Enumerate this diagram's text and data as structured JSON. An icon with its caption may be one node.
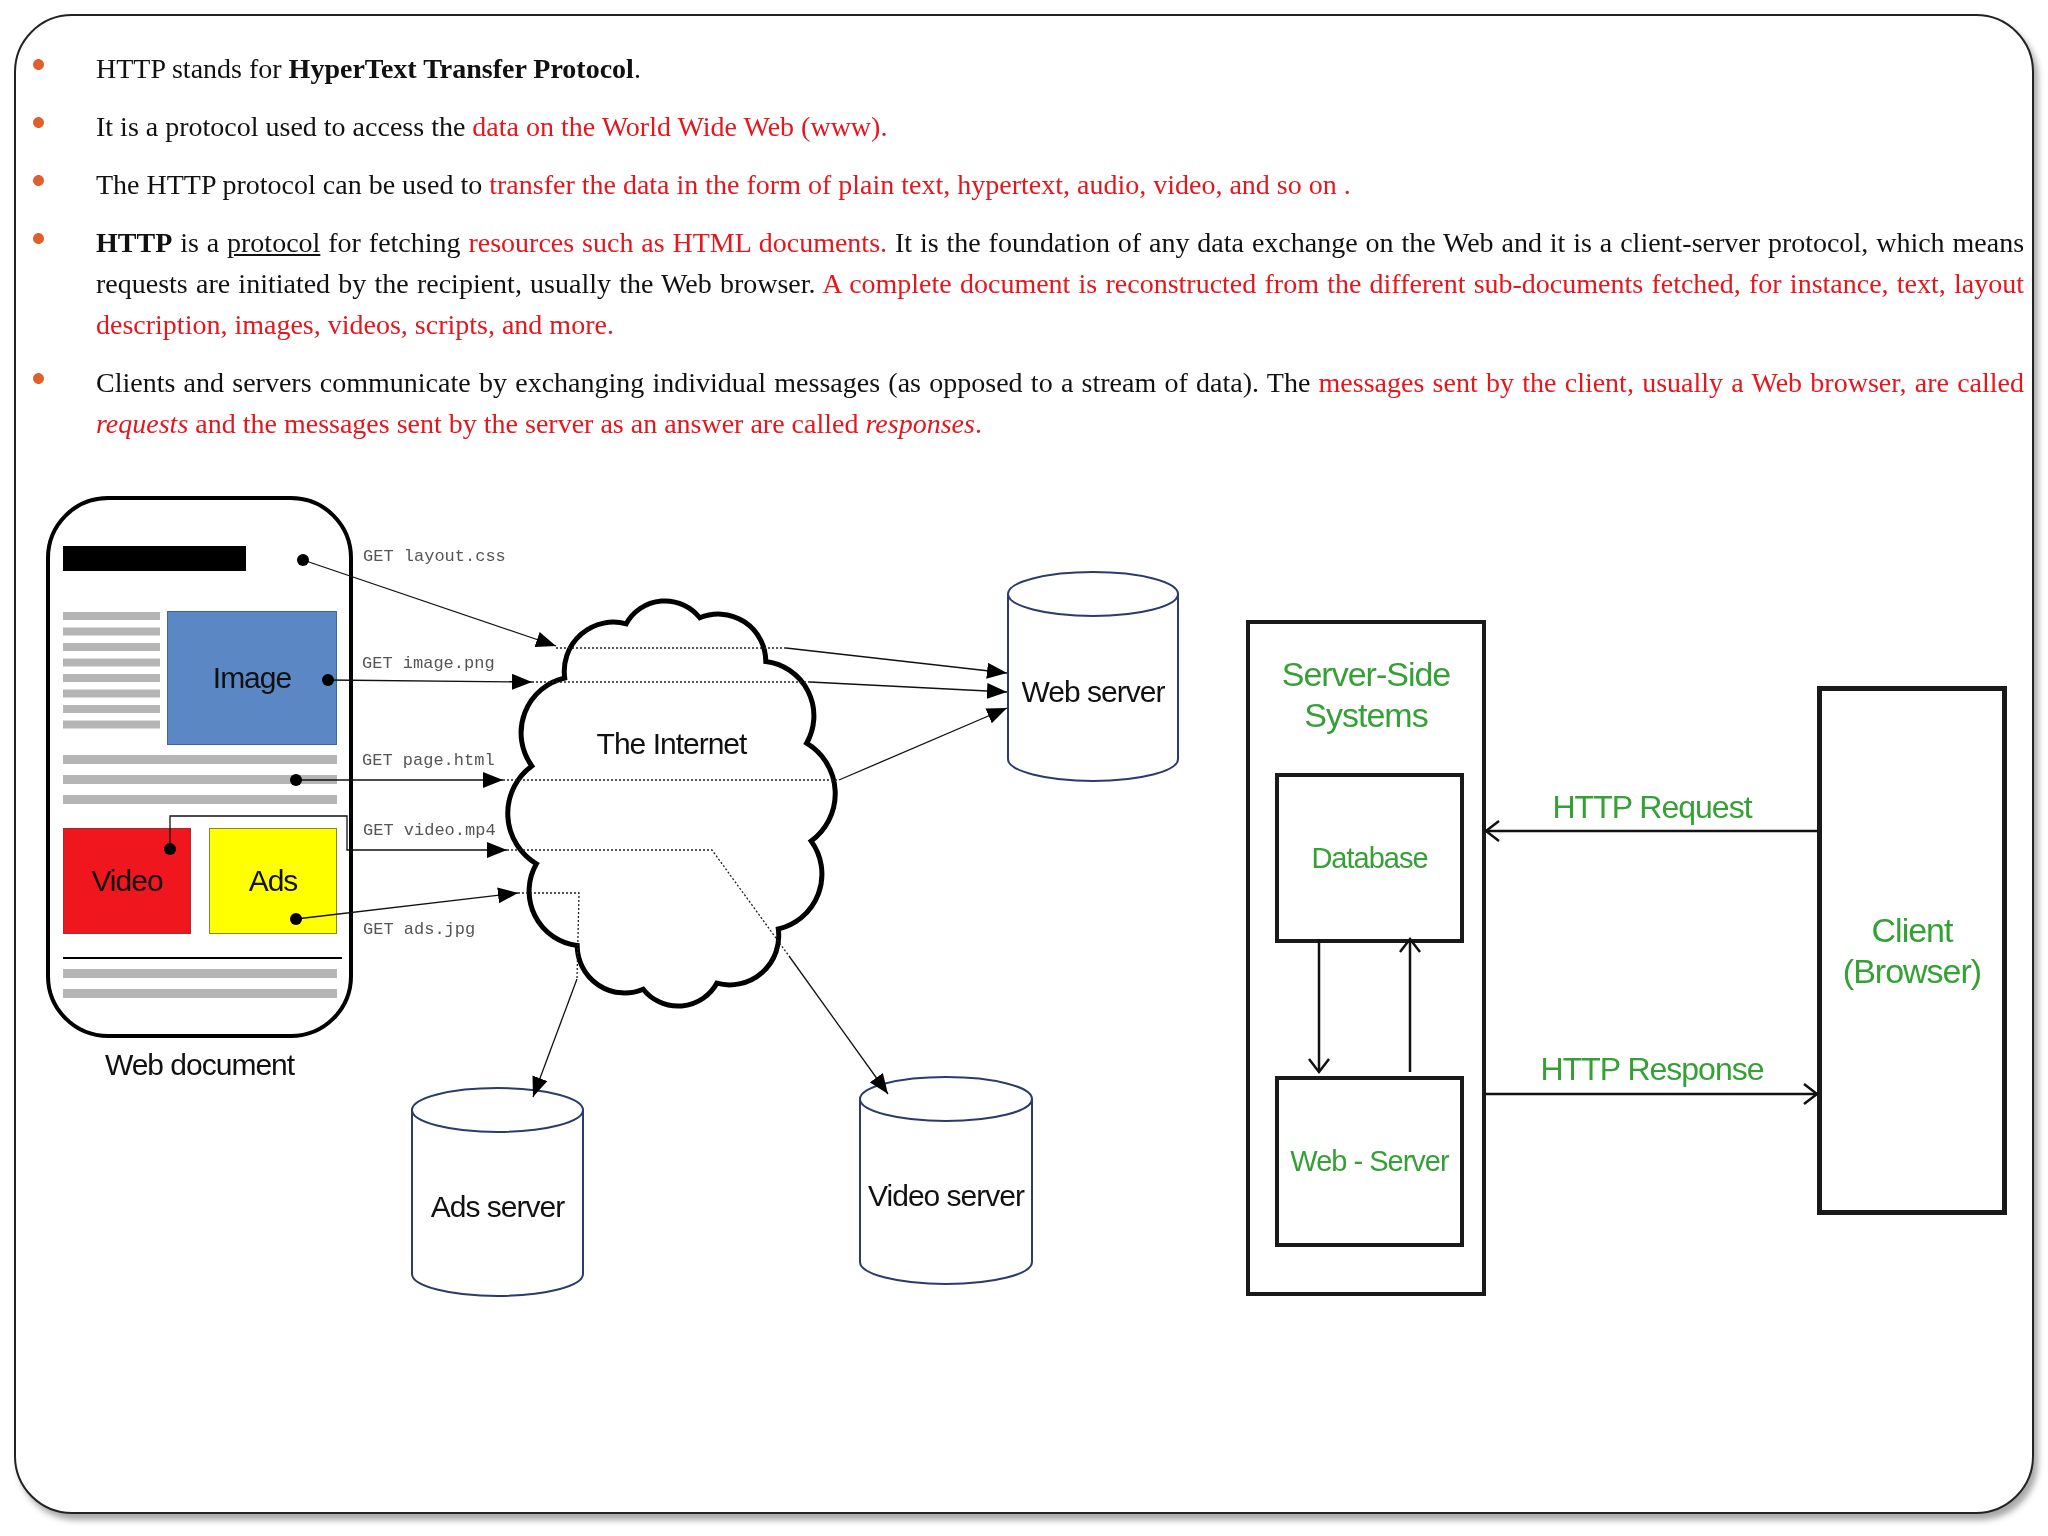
{
  "diagram": {
    "nodes": [
      {
        "text": [
          "Web document"
        ]
      },
      {
        "text": [
          "Image"
        ],
        "in": 0
      },
      {
        "text": [
          "Video"
        ],
        "in": 0
      },
      {
        "text": [
          "Ads"
        ],
        "in": 0
      },
      {
        "text": [
          "The Internet"
        ]
      },
      {
        "text": [
          "Web server"
        ]
      },
      {
        "text": [
          "Ads server"
        ]
      },
      {
        "text": [
          "Video server"
        ]
      },
      {
        "text": [
          "Server-Side Systems"
        ]
      },
      {
        "text": [
          "Database"
        ],
        "in": 8
      },
      {
        "text": [
          "Web - Server"
        ],
        "in": 8
      },
      {
        "text": [
          "Client (Browser)"
        ]
      },
      {
        "text": [],
        "shape": "bar",
        "in": 0
      }
    ],
    "edges": [
      {
        "from": 0,
        "to": 4,
        "arrow": "to",
        "label": "GET layout.css"
      },
      {
        "from": 1,
        "to": 4,
        "arrow": "to",
        "label": "GET image.png"
      },
      {
        "from": 12,
        "to": 4,
        "arrow": "to",
        "label": "GET page.html"
      },
      {
        "from": 2,
        "to": 4,
        "arrow": "to",
        "label": "GET video.mp4"
      },
      {
        "from": 3,
        "to": 4,
        "arrow": "to",
        "label": "GET ads.jpg"
      },
      {
        "from": 4,
        "to": 5,
        "arrow": "to"
      },
      {
        "from": 4,
        "to": 5,
        "arrow": "to"
      },
      {
        "from": 4,
        "to": 5,
        "arrow": "to"
      },
      {
        "from": 4,
        "to": 7,
        "arrow": "to"
      },
      {
        "from": 4,
        "to": 6,
        "arrow": "to"
      },
      {
        "from": 9,
        "to": 10,
        "arrow": "to"
      },
      {
        "from": 10,
        "to": 9,
        "arrow": "to"
      },
      {
        "from": 11,
        "to": 8,
        "arrow": "to",
        "label": "HTTP Request"
      },
      {
        "from": 8,
        "to": 11,
        "arrow": "to",
        "label": "HTTP Response"
      }
    ],
    "labels": [
      "HTTP stands for **HyperText Transfer Protocol**.",
      "It is a protocol used to access the",
      "data on the World Wide Web (www).",
      "The HTTP protocol can be used to",
      "transfer the data in the form of plain text, hypertext, audio, video, and so on .",
      "**HTTP** is a",
      "protocol",
      "for fetching",
      "resources such as HTML documents.",
      "It is the foundation of any data exchange on the Web and it is a client-server protocol, which means requests are initiated by the recipient, usually the Web browser.",
      "A complete document is reconstructed from the different sub-documents fetched, for instance, text, layout description, images, videos, scripts, and more.",
      "Clients and servers communicate by exchanging individual messages (as opposed to a stream of data). The",
      "messages sent by the client, usually a Web browser, are called *requests* and the messages sent by the server as an answer are called *responses*."
    ]
  }
}
